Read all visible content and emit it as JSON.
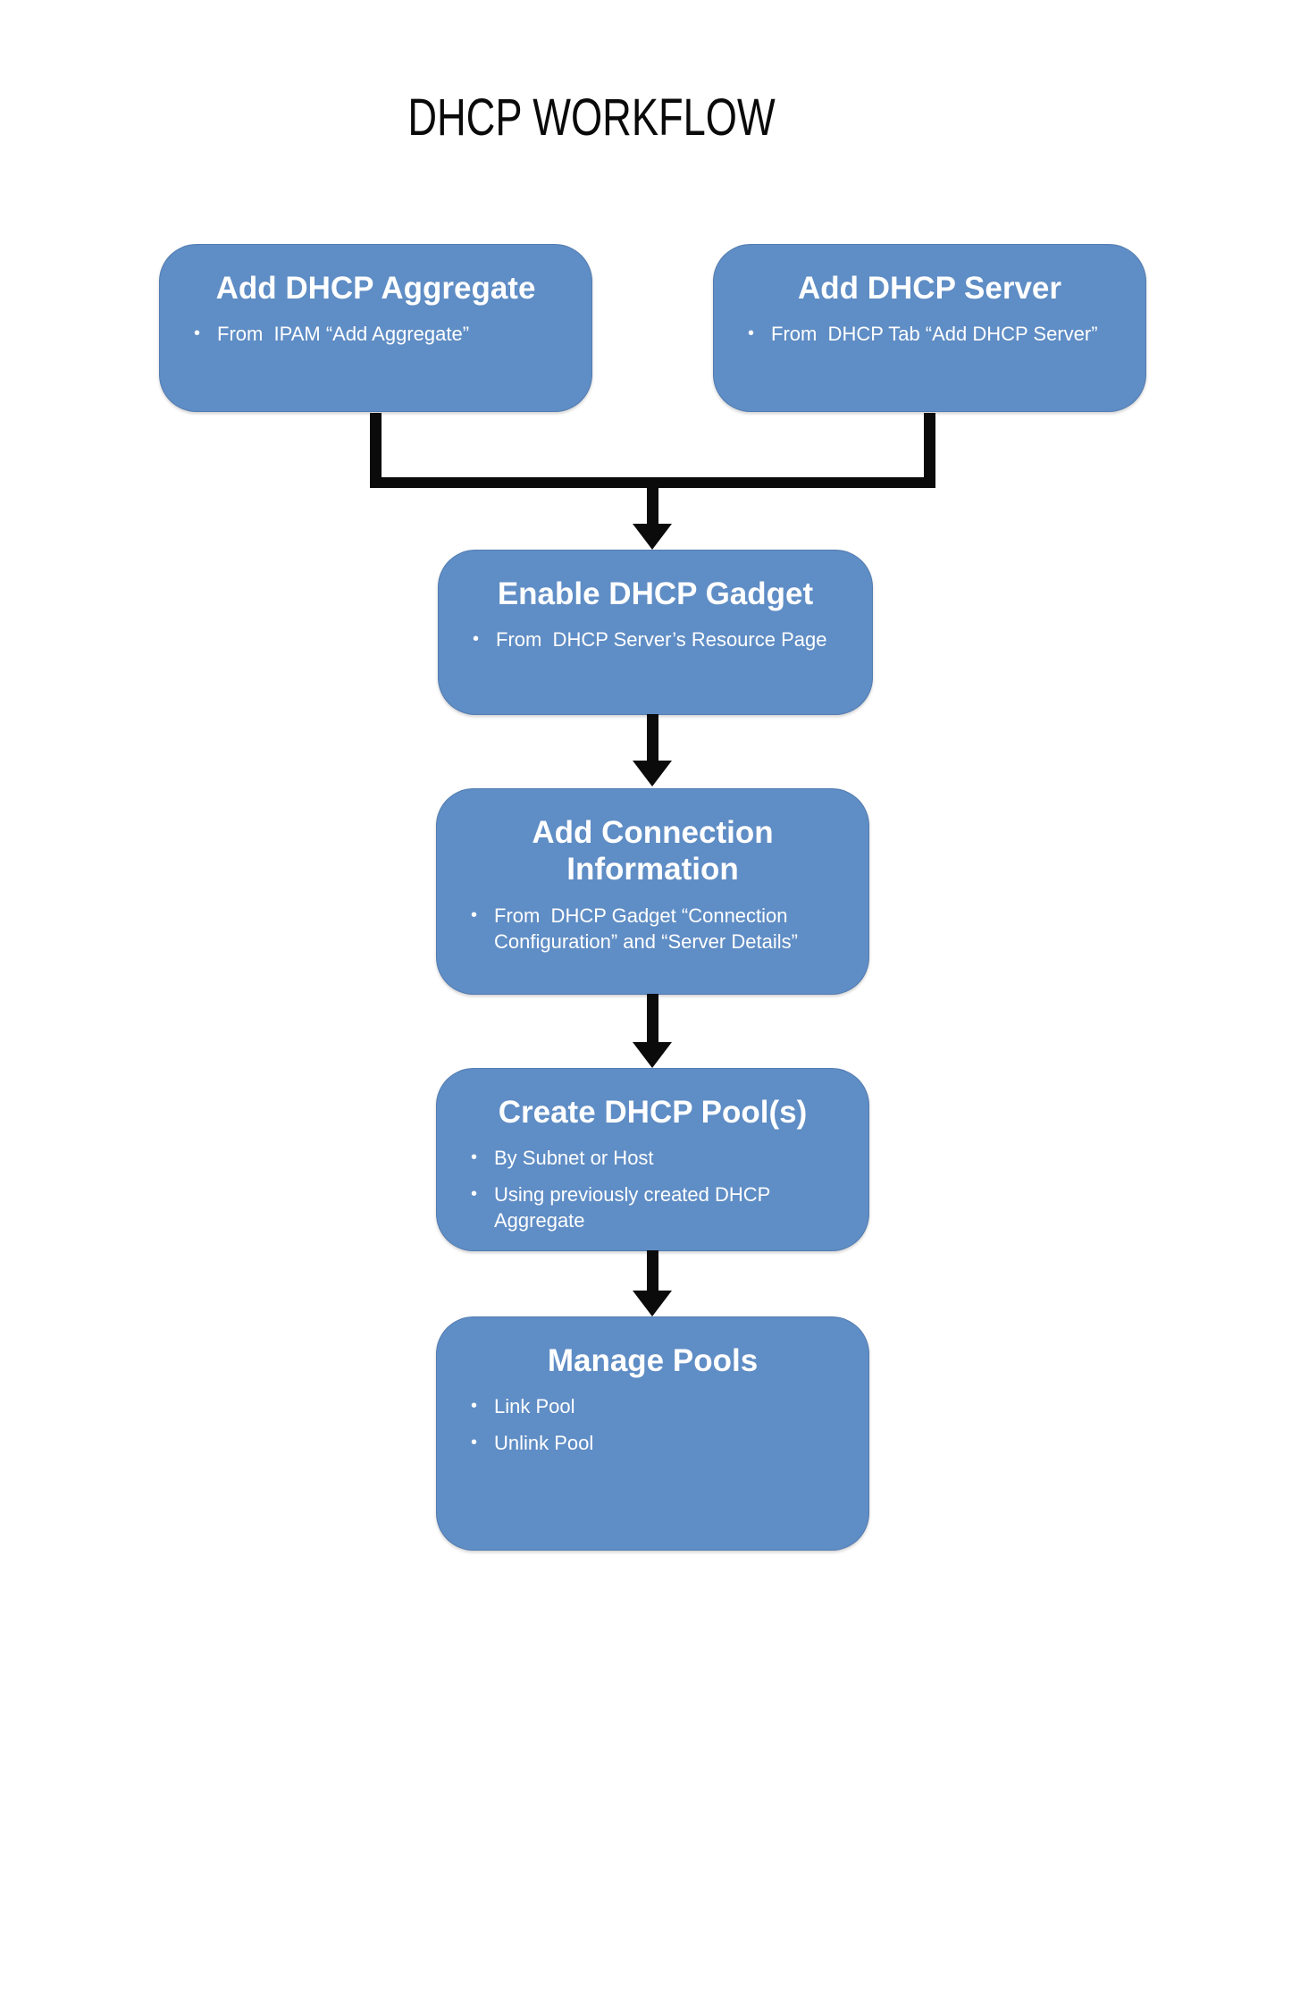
{
  "page": {
    "title": "DHCP WORKFLOW"
  },
  "colors": {
    "node_fill": "#5f8dc5",
    "node_text": "#ffffff",
    "connector": "#0b0b0b",
    "background": "#ffffff",
    "title_text": "#0a0a0a"
  },
  "nodes": [
    {
      "id": "add-dhcp-aggregate",
      "title": "Add DHCP Aggregate",
      "bullets": [
        "From  IPAM “Add Aggregate”"
      ]
    },
    {
      "id": "add-dhcp-server",
      "title": "Add DHCP Server",
      "bullets": [
        "From  DHCP Tab “Add DHCP Server”"
      ]
    },
    {
      "id": "enable-dhcp-gadget",
      "title": "Enable DHCP Gadget",
      "bullets": [
        "From  DHCP Server’s Resource Page"
      ]
    },
    {
      "id": "add-connection-information",
      "title": "Add Connection Information",
      "bullets": [
        "From  DHCP Gadget “Connection Configuration” and “Server Details”"
      ]
    },
    {
      "id": "create-dhcp-pools",
      "title": "Create DHCP Pool(s)",
      "bullets": [
        "By Subnet or Host",
        "Using previously created DHCP Aggregate"
      ]
    },
    {
      "id": "manage-pools",
      "title": "Manage Pools",
      "bullets": [
        "Link Pool",
        "Unlink Pool"
      ]
    }
  ]
}
